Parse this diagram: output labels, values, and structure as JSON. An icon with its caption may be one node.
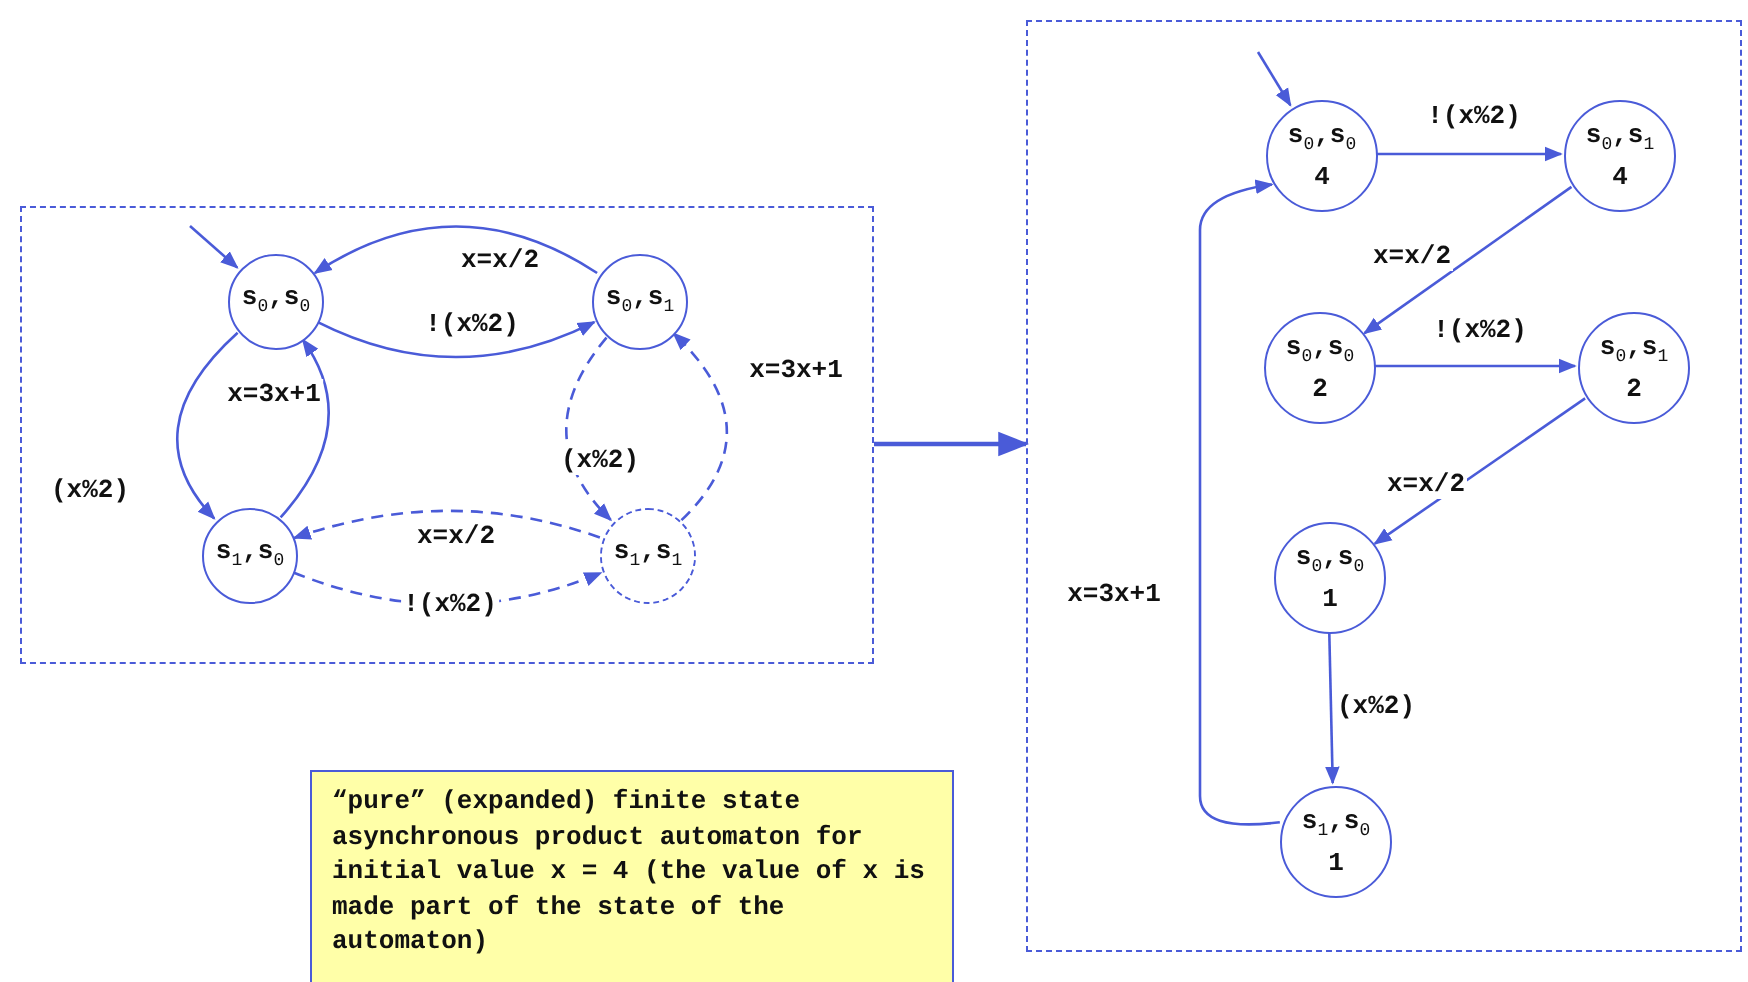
{
  "diagram": {
    "nodes": [
      {
        "text": [],
        "shape": "box"
      },
      {
        "text": [
          "s$_{0}$,s$_{0}$"
        ],
        "in": 0
      },
      {
        "text": [
          "s$_{0}$,s$_{1}$"
        ],
        "in": 0
      },
      {
        "text": [
          "s$_{1}$,s$_{0}$"
        ],
        "in": 0
      },
      {
        "text": [
          "s$_{1}$,s$_{1}$"
        ],
        "in": 0
      },
      {
        "text": [],
        "shape": "box"
      },
      {
        "text": [
          "s$_{0}$,s$_{0}$",
          "4"
        ],
        "in": 5
      },
      {
        "text": [
          "s$_{0}$,s$_{1}$",
          "4"
        ],
        "in": 5
      },
      {
        "text": [
          "s$_{0}$,s$_{0}$",
          "2"
        ],
        "in": 5
      },
      {
        "text": [
          "s$_{0}$,s$_{1}$",
          "2"
        ],
        "in": 5
      },
      {
        "text": [
          "s$_{0}$,s$_{0}$",
          "1"
        ],
        "in": 5
      },
      {
        "text": [
          "s$_{1}$,s$_{0}$",
          "1"
        ],
        "in": 5
      },
      {
        "text": [
          "“pure” (expanded) finite state asynchronous product automaton for initial value x = 4 (the value of x is made part of the state of the automaton)"
        ]
      }
    ],
    "edges": [
      {
        "from": null,
        "to": 1,
        "arrow": "to"
      },
      {
        "from": null,
        "to": 6,
        "arrow": "to"
      },
      {
        "from": 0,
        "to": 5,
        "arrow": "to"
      },
      {
        "from": 2,
        "to": 1,
        "arrow": "to",
        "label": "x=x/2"
      },
      {
        "from": 1,
        "to": 2,
        "arrow": "to",
        "label": "!(x%2)"
      },
      {
        "from": 1,
        "to": 3,
        "arrow": "to",
        "label": "(x%2)"
      },
      {
        "from": 3,
        "to": 1,
        "arrow": "to",
        "label": "x=3x+1"
      },
      {
        "from": 2,
        "to": 4,
        "arrow": "to",
        "label": "(x%2)",
        "style": "dashed"
      },
      {
        "from": 4,
        "to": 2,
        "arrow": "to",
        "label": "x=3x+1",
        "style": "dashed"
      },
      {
        "from": 4,
        "to": 3,
        "arrow": "to",
        "label": "x=x/2",
        "style": "dashed"
      },
      {
        "from": 3,
        "to": 4,
        "arrow": "to",
        "label": "!(x%2)",
        "style": "dashed"
      },
      {
        "from": 6,
        "to": 7,
        "arrow": "to",
        "label": "!(x%2)"
      },
      {
        "from": 7,
        "to": 8,
        "arrow": "to",
        "label": "x=x/2"
      },
      {
        "from": 8,
        "to": 9,
        "arrow": "to",
        "label": "!(x%2)"
      },
      {
        "from": 9,
        "to": 10,
        "arrow": "to",
        "label": "x=x/2"
      },
      {
        "from": 10,
        "to": 11,
        "arrow": "to",
        "label": "(x%2)"
      },
      {
        "from": 11,
        "to": 6,
        "arrow": "to",
        "label": "x=3x+1"
      }
    ]
  }
}
